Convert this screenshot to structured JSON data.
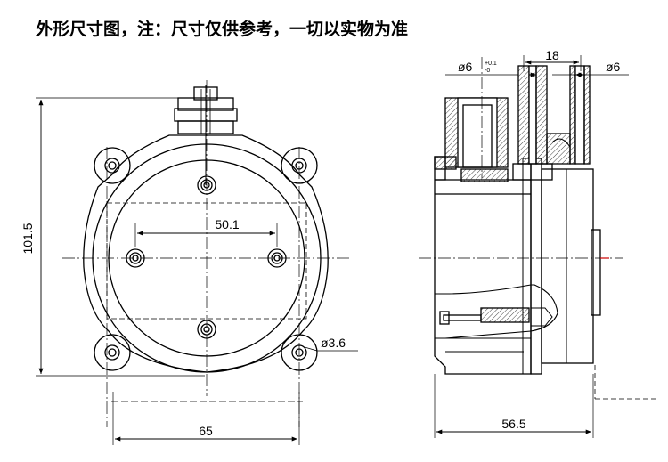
{
  "title": "外形尺寸图，注：尺寸仅供参考，一切以实物为准",
  "dimensions": {
    "height": "101.5",
    "hole_spacing": "50.1",
    "hole_diameter": "ø3.6",
    "width": "65",
    "side_width": "56.5",
    "port_spacing": "18",
    "port_left": "ø6",
    "port_left_tol_upper": "+0.1",
    "port_left_tol_lower": "-0",
    "port_right": "ø6"
  },
  "colors": {
    "line": "#000000",
    "hatch": "#444444",
    "center_mark": "#cc0000"
  }
}
